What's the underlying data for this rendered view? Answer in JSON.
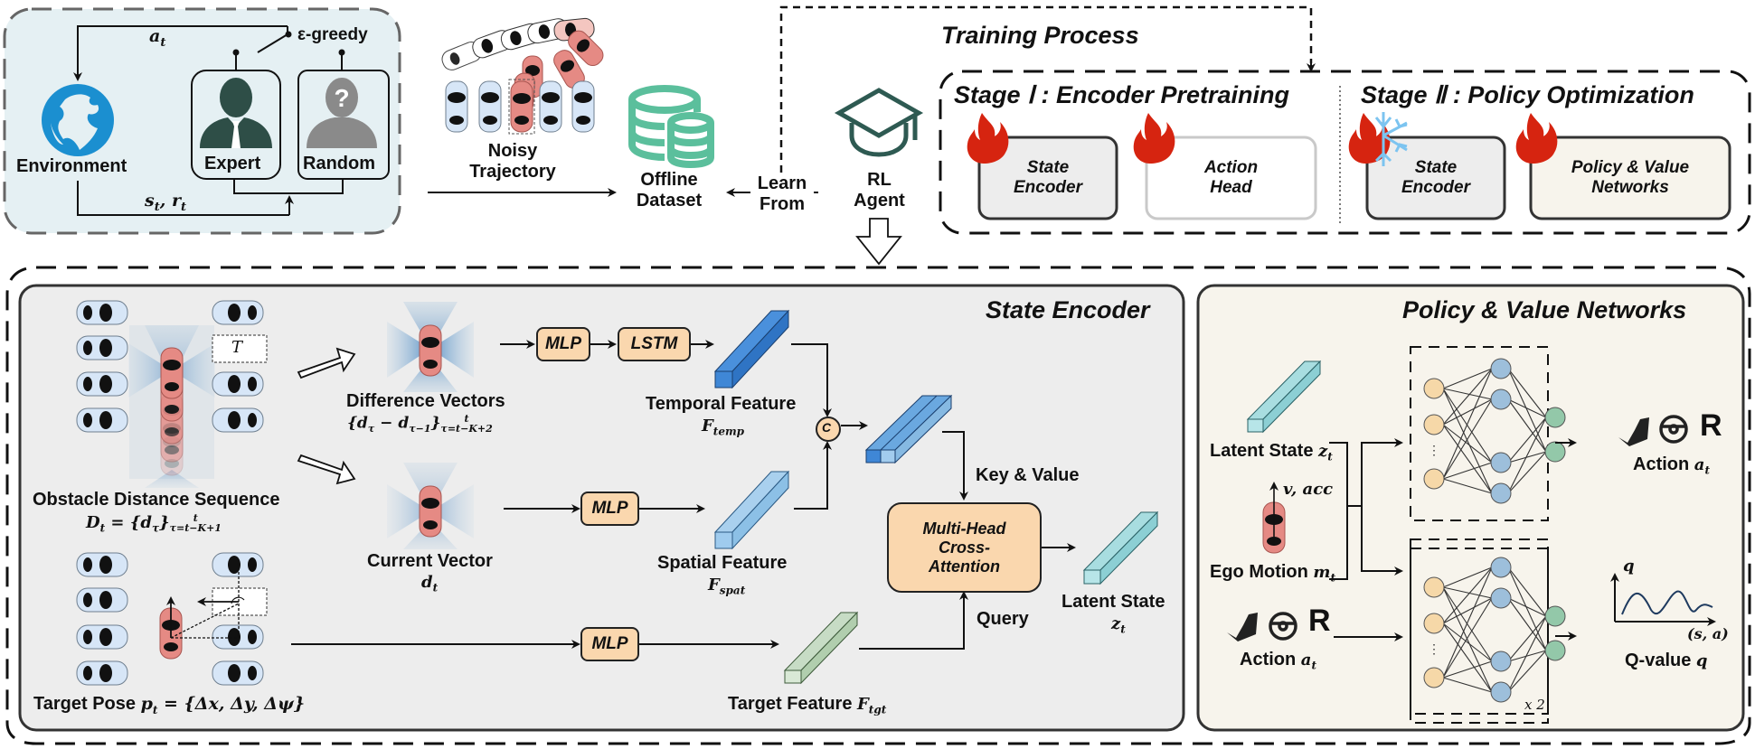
{
  "collection": {
    "action_label": "a",
    "action_sub": "t",
    "egreedy_label": "ε-greedy",
    "environment_label": "Environment",
    "expert_label": "Expert",
    "random_label": "Random",
    "state_reward_label": "s",
    "state_reward_full": "st , rt"
  },
  "dataset": {
    "noisy_line1": "Noisy",
    "noisy_line2": "Trajectory",
    "offline_line1": "Offline",
    "offline_line2": "Dataset",
    "learn_line1": "Learn",
    "learn_line2": "From",
    "agent_line1": "RL",
    "agent_line2": "Agent"
  },
  "training": {
    "title": "Training Process",
    "stage1_title": "Stage  Ⅰ : Encoder Pretraining",
    "stage2_title": "Stage  Ⅱ : Policy Optimization",
    "stage1_boxes": [
      {
        "line1": "State",
        "line2": "Encoder",
        "status": "trainable"
      },
      {
        "line1": "Action",
        "line2": "Head",
        "status": "trainable"
      }
    ],
    "stage2_boxes": [
      {
        "line1": "State",
        "line2": "Encoder",
        "status": "frozen"
      },
      {
        "line1": "Policy & Value",
        "line2": "Networks",
        "status": "trainable"
      }
    ]
  },
  "state_encoder": {
    "title": "State Encoder",
    "target_marker": "T",
    "obstacle_label": "Obstacle Distance Sequence",
    "obstacle_formula": "Dt = {dτ}t τ=t−K+1",
    "target_pose_label": "Target Pose",
    "target_pose_formula": "pt = {Δx, Δy, Δψ}",
    "diff_label": "Difference Vectors",
    "diff_formula": "{dτ − dτ−1}t τ=t−K+2",
    "current_label": "Current Vector",
    "current_formula": "dt",
    "mlp_label": "MLP",
    "lstm_label": "LSTM",
    "temporal_label": "Temporal Feature",
    "temporal_formula": "Ftemp",
    "spatial_label": "Spatial Feature",
    "spatial_formula": "Fspat",
    "target_feature_label": "Target Feature",
    "target_feature_formula": "Ftgt",
    "concat_symbol": "C",
    "key_value_label": "Key & Value",
    "query_label": "Query",
    "attention_line1": "Multi-Head",
    "attention_line2": "Cross-",
    "attention_line3": "Attention",
    "latent_label": "Latent State",
    "latent_formula": "zt"
  },
  "policy_value": {
    "title": "Policy & Value Networks",
    "latent_label": "Latent State",
    "latent_formula": "zt",
    "ego_label": "Ego Motion",
    "ego_formula": "mt",
    "ego_annotation": "v, acc",
    "action_in_label": "Action",
    "action_in_formula": "at",
    "action_out_label": "Action",
    "action_out_formula": "at",
    "gear_symbol": "R",
    "qvalue_label": "Q-value",
    "qvalue_formula": "q",
    "q_axis_y": "q",
    "q_axis_x": "(s, a)",
    "repeat_label": "x 2"
  },
  "colors": {
    "collection_bg": "#e5f0f3",
    "encoder_bg": "#ededed",
    "policy_bg": "#f7f4ec",
    "mlp_fill": "#fad7ae",
    "flame": "#d62410",
    "snowflake": "#7cc4f0",
    "globe": "#1b8fd0",
    "expert": "#2e4e47",
    "database": "#5bbf9c",
    "ego_car": "#e58a84",
    "parked_car": "#d7e6f7"
  }
}
